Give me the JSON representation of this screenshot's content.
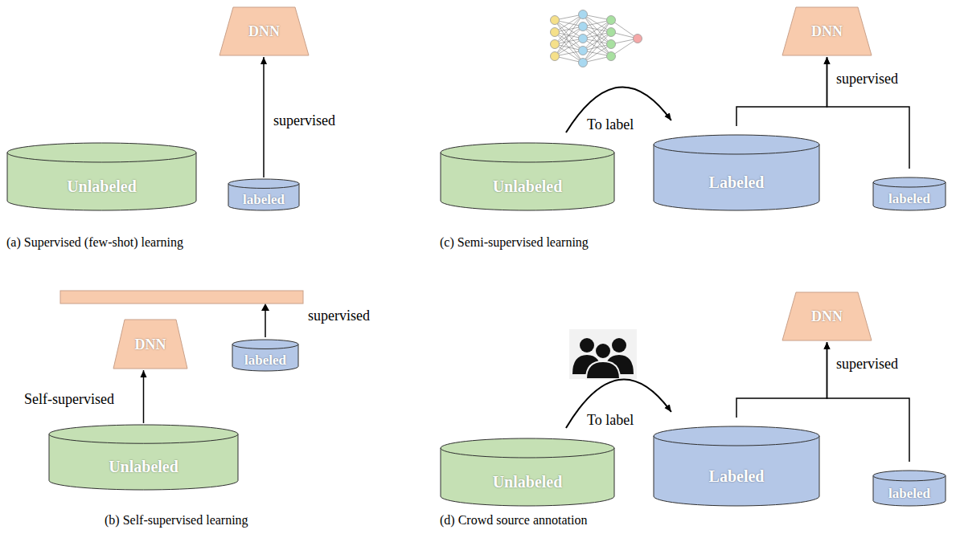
{
  "diagram": {
    "nodes": [
      {
        "text": [
          "DNN"
        ]
      },
      {
        "text": [
          "Unlabeled"
        ]
      },
      {
        "text": [
          "labeled"
        ]
      },
      {
        "text": [
          "DNN"
        ]
      },
      {
        "text": [
          "Unlabeled"
        ]
      },
      {
        "text": [
          "Labeled"
        ]
      },
      {
        "text": [
          "labeled"
        ]
      },
      {
        "text": [
          "DNN"
        ]
      },
      {
        "text": [
          "labeled"
        ]
      },
      {
        "text": [
          "Unlabeled"
        ]
      },
      {
        "text": [
          "DNN"
        ]
      },
      {
        "text": [
          "Unlabeled"
        ]
      },
      {
        "text": [
          "Labeled"
        ]
      },
      {
        "text": [
          "labeled"
        ]
      }
    ],
    "edges": [
      {
        "from": 2,
        "to": 0,
        "arrow": "to",
        "label": "supervised"
      },
      {
        "from": 4,
        "to": 5,
        "arrow": "to",
        "label": "To label"
      },
      {
        "from": 5,
        "to": 3,
        "arrow": "to",
        "label": "supervised"
      },
      {
        "from": 6,
        "to": 3,
        "arrow": "to"
      },
      {
        "from": 9,
        "to": 7,
        "arrow": "to",
        "label": "Self-supervised"
      },
      {
        "from": 11,
        "to": 12,
        "arrow": "to",
        "label": "To label"
      },
      {
        "from": 12,
        "to": 10,
        "arrow": "to",
        "label": "supervised"
      },
      {
        "from": 13,
        "to": 10,
        "arrow": "to"
      }
    ],
    "labels": [
      "(a) Supervised (few-shot) learning",
      "(c) Semi-supervised learning",
      "supervised",
      "(b) Self-supervised learning",
      "(d) Crowd source annotation"
    ]
  }
}
